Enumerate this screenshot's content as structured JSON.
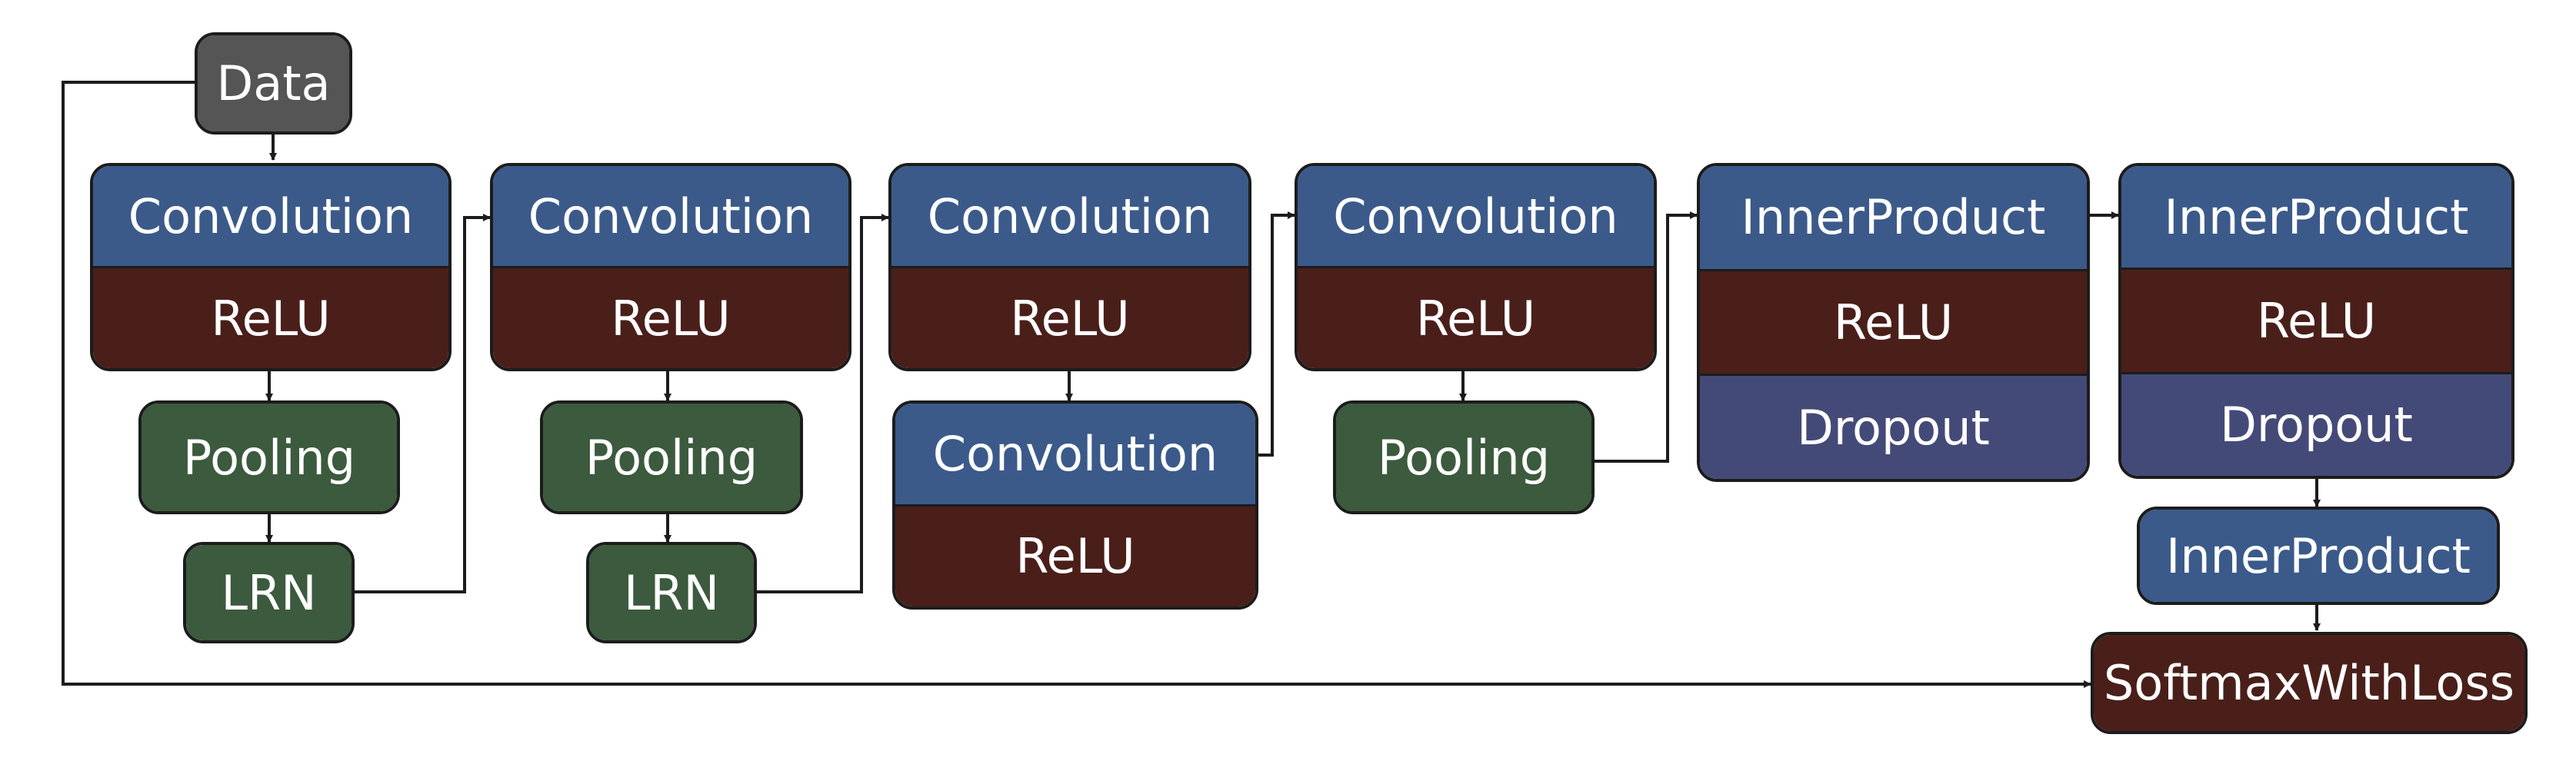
{
  "diagram": {
    "colors": {
      "data": "#555555",
      "convolution": "#3b5a8a",
      "relu": "#4a1f1a",
      "pooling": "#3c5a3d",
      "dropout": "#444a78",
      "innerproduct": "#3b5a8a",
      "softmax": "#4a1f1a",
      "line": "#1c1c1c"
    },
    "nodes": {
      "data": {
        "label": "Data"
      },
      "block1": {
        "conv": "Convolution",
        "relu": "ReLU"
      },
      "pool1": {
        "label": "Pooling"
      },
      "lrn1": {
        "label": "LRN"
      },
      "block2": {
        "conv": "Convolution",
        "relu": "ReLU"
      },
      "pool2": {
        "label": "Pooling"
      },
      "lrn2": {
        "label": "LRN"
      },
      "block3": {
        "conv": "Convolution",
        "relu": "ReLU"
      },
      "block4": {
        "conv": "Convolution",
        "relu": "ReLU"
      },
      "block5": {
        "conv": "Convolution",
        "relu": "ReLU"
      },
      "pool5": {
        "label": "Pooling"
      },
      "fc6": {
        "ip": "InnerProduct",
        "relu": "ReLU",
        "dropout": "Dropout"
      },
      "fc7": {
        "ip": "InnerProduct",
        "relu": "ReLU",
        "dropout": "Dropout"
      },
      "fc8": {
        "label": "InnerProduct"
      },
      "loss": {
        "label": "SoftmaxWithLoss"
      }
    }
  }
}
